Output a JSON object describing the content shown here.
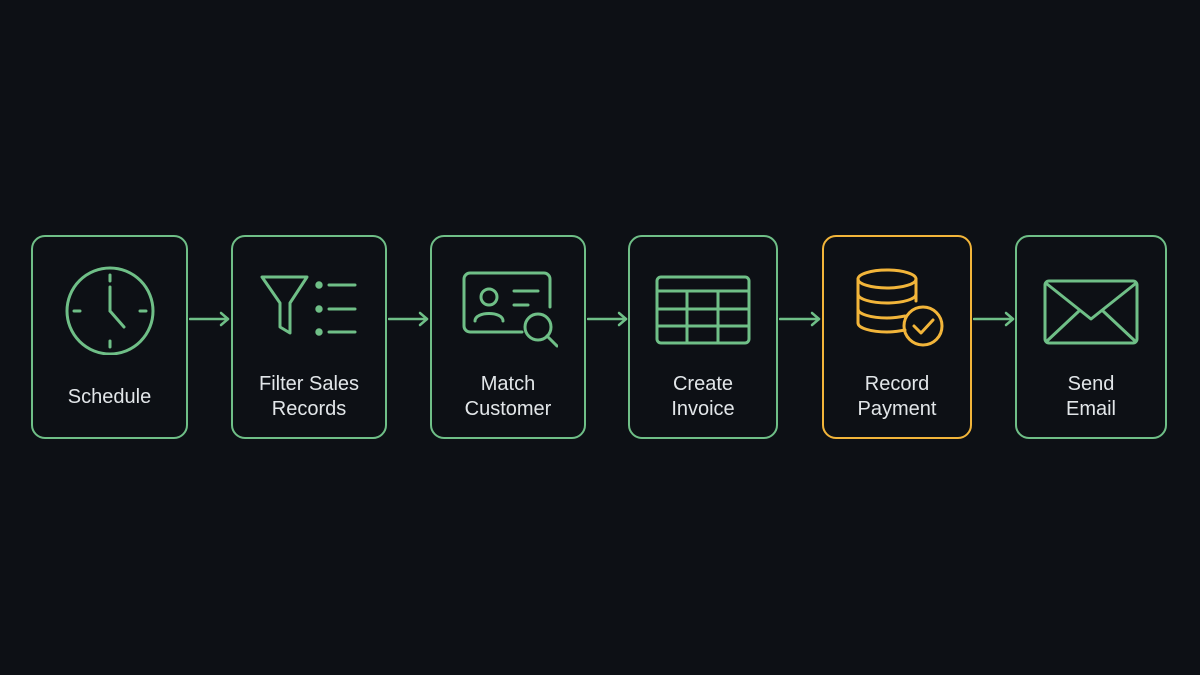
{
  "colors": {
    "background": "#0d1015",
    "node_border": "#6fbf87",
    "highlight_border": "#f2b53a",
    "label_text": "#e2e6e9"
  },
  "steps": [
    {
      "label": "Schedule",
      "icon": "clock-icon"
    },
    {
      "label": "Filter Sales\nRecords",
      "icon": "filter-list-icon"
    },
    {
      "label": "Match\nCustomer",
      "icon": "id-card-search-icon"
    },
    {
      "label": "Create\nInvoice",
      "icon": "table-icon"
    },
    {
      "label": "Record\nPayment",
      "icon": "coins-check-icon",
      "highlighted": true
    },
    {
      "label": "Send\nEmail",
      "icon": "envelope-icon"
    }
  ]
}
